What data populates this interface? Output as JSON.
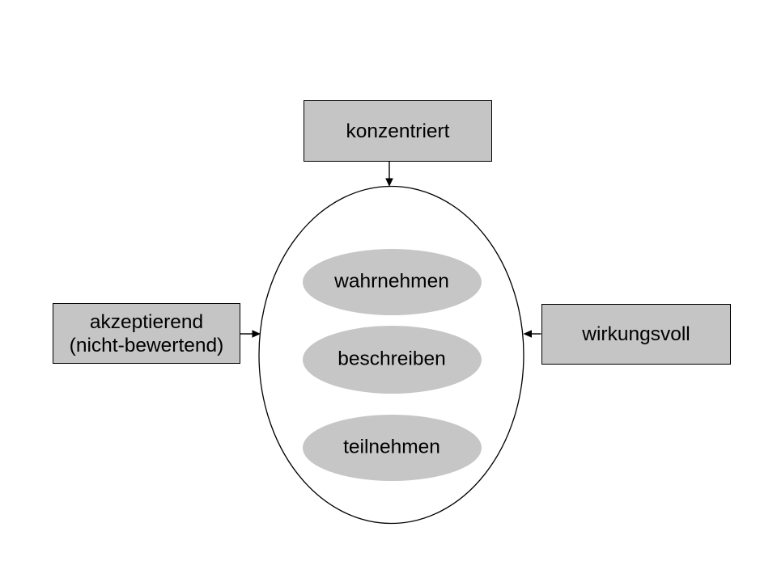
{
  "slide": {
    "background": "#ffffff",
    "boxes": {
      "top": {
        "label": "konzentriert"
      },
      "left": {
        "lines": [
          "akzeptierend",
          "(nicht-bewertend)"
        ]
      },
      "right": {
        "label": "wirkungsvoll"
      }
    },
    "inner_ellipses": [
      {
        "label": "wahrnehmen"
      },
      {
        "label": "beschreiben"
      },
      {
        "label": "teilnehmen"
      }
    ],
    "colors": {
      "background": "#ffffff",
      "box_fill": "#c5c5c5",
      "box_border": "#000000",
      "inner_ellipse_fill": "#c6c6c6",
      "outline_ellipse_stroke": "#000000",
      "arrow": "#000000",
      "text": "#000000"
    }
  }
}
